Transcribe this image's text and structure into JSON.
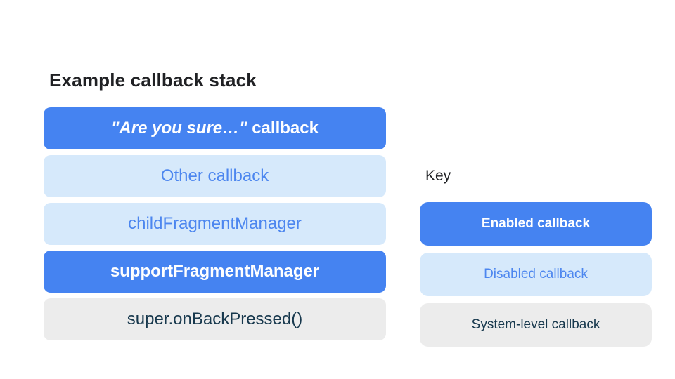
{
  "colors": {
    "enabled_bg": "#4583F1",
    "enabled_text": "#FFFFFF",
    "disabled_bg": "#D6E9FB",
    "disabled_text": "#4C86EF",
    "system_bg": "#ECECEC",
    "system_text": "#17384D",
    "heading_text": "#202124",
    "background": "#FFFFFF"
  },
  "stack": {
    "heading": "Example callback stack",
    "bars": [
      {
        "type": "enabled",
        "label_italic": "\"Are you sure…\"",
        "label_rest": " callback"
      },
      {
        "type": "disabled",
        "label": "Other callback"
      },
      {
        "type": "disabled",
        "label": "childFragmentManager"
      },
      {
        "type": "enabled",
        "label": "supportFragmentManager"
      },
      {
        "type": "system",
        "label": "super.onBackPressed()"
      }
    ]
  },
  "key": {
    "heading": "Key",
    "items": [
      {
        "type": "enabled",
        "label": "Enabled callback"
      },
      {
        "type": "disabled",
        "label": "Disabled callback"
      },
      {
        "type": "system",
        "label": "System-level callback"
      }
    ]
  }
}
